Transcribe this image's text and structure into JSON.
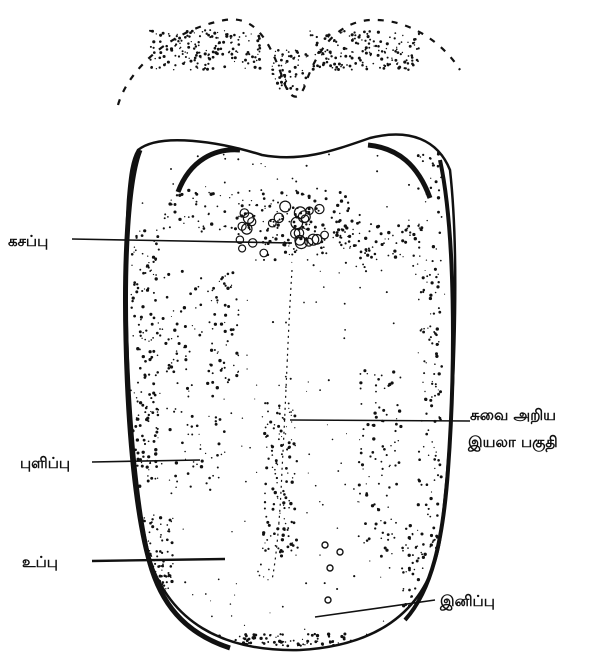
{
  "diagram": {
    "labels": {
      "bitter": "கசப்பு",
      "non_taste_line1": "சுவை அறிய",
      "non_taste_line2": "இயலா பகுதி",
      "sour": "புளிப்பு",
      "salt": "உப்பு",
      "sweet": "இனிப்பு"
    },
    "colors": {
      "ink": "#111111",
      "paper": "#ffffff"
    }
  }
}
